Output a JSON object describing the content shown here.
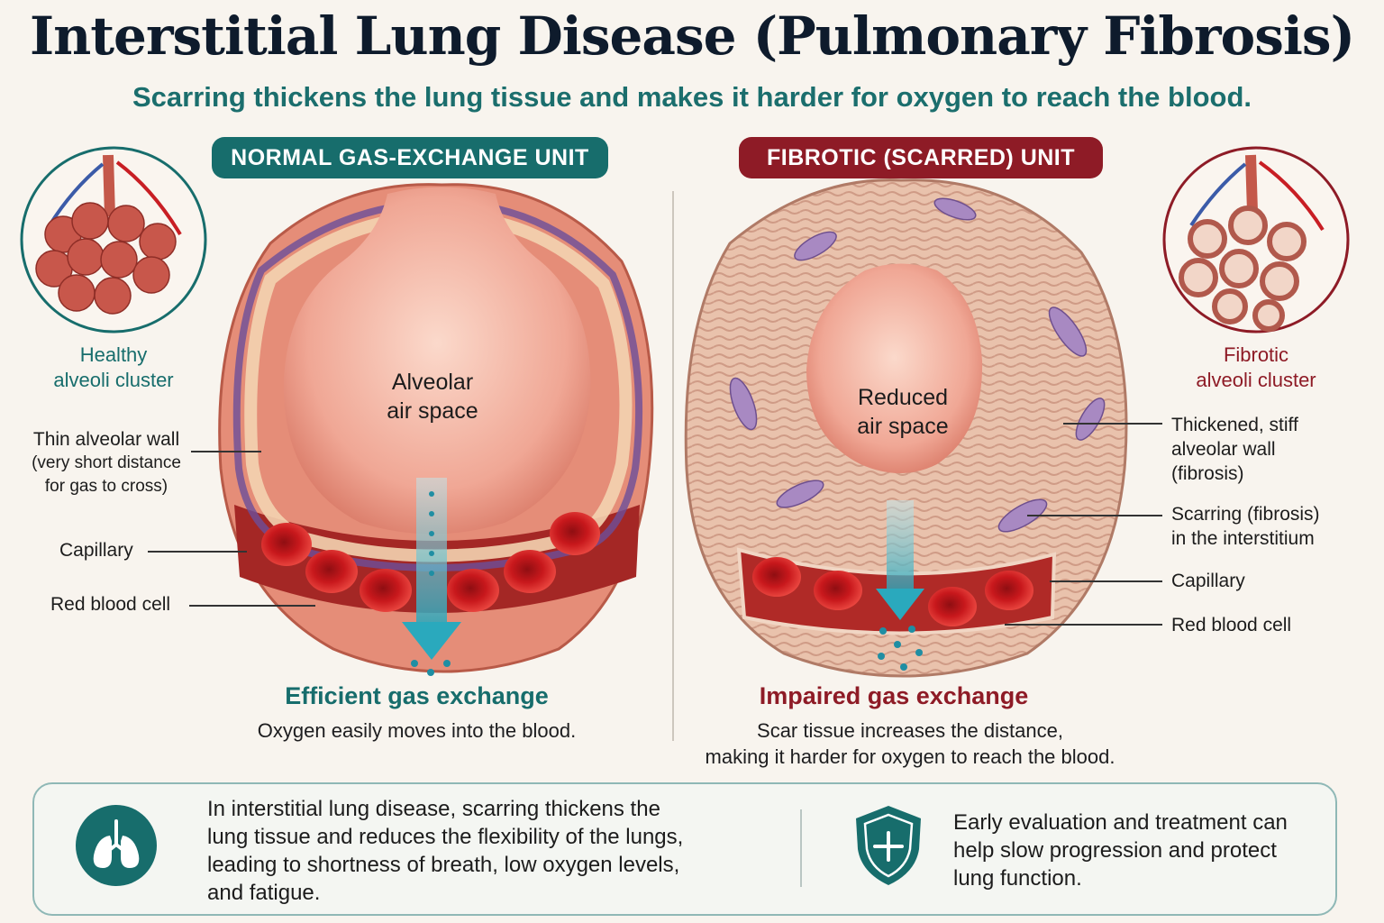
{
  "title": "Interstitial Lung Disease (Pulmonary Fibrosis)",
  "subtitle": "Scarring thickens the lung tissue and makes it harder for oxygen to reach the blood.",
  "colors": {
    "teal": "#176d6c",
    "maroon": "#8e1b26",
    "tissue": "#e89a86",
    "blood": "#c8181c",
    "oxygen": "#39b3c4"
  },
  "normal": {
    "header": "NORMAL GAS-EXCHANGE UNIT",
    "cluster_caption": [
      "Healthy",
      "alveoli cluster"
    ],
    "air_space": [
      "Alveolar",
      "air space"
    ],
    "labels": {
      "wall": "Thin alveolar wall",
      "wall_note": [
        "(very short distance",
        "for gas to cross)"
      ],
      "capillary": "Capillary",
      "rbc": "Red blood cell"
    },
    "outcome_title": "Efficient gas exchange",
    "outcome_text": "Oxygen easily moves into the blood."
  },
  "fibrotic": {
    "header": "FIBROTIC (SCARRED) UNIT",
    "cluster_caption": [
      "Fibrotic",
      "alveoli cluster"
    ],
    "air_space": [
      "Reduced",
      "air space"
    ],
    "labels": {
      "wall": [
        "Thickened, stiff",
        "alveolar wall",
        "(fibrosis)"
      ],
      "scarring": [
        "Scarring (fibrosis)",
        "in the interstitium"
      ],
      "capillary": "Capillary",
      "rbc": "Red blood cell"
    },
    "outcome_title": "Impaired gas exchange",
    "outcome_text": [
      "Scar tissue increases the distance,",
      "making it harder for oxygen to reach the blood."
    ]
  },
  "footer": {
    "left_icon": "lungs-icon",
    "left_text": [
      "In interstitial lung disease, scarring thickens the",
      "lung tissue and reduces the flexibility of the lungs,",
      "leading to shortness of breath, low oxygen levels,",
      "and fatigue."
    ],
    "right_icon": "shield-plus-icon",
    "right_text": [
      "Early evaluation and treatment can",
      "help slow progression and protect",
      "lung function."
    ]
  }
}
